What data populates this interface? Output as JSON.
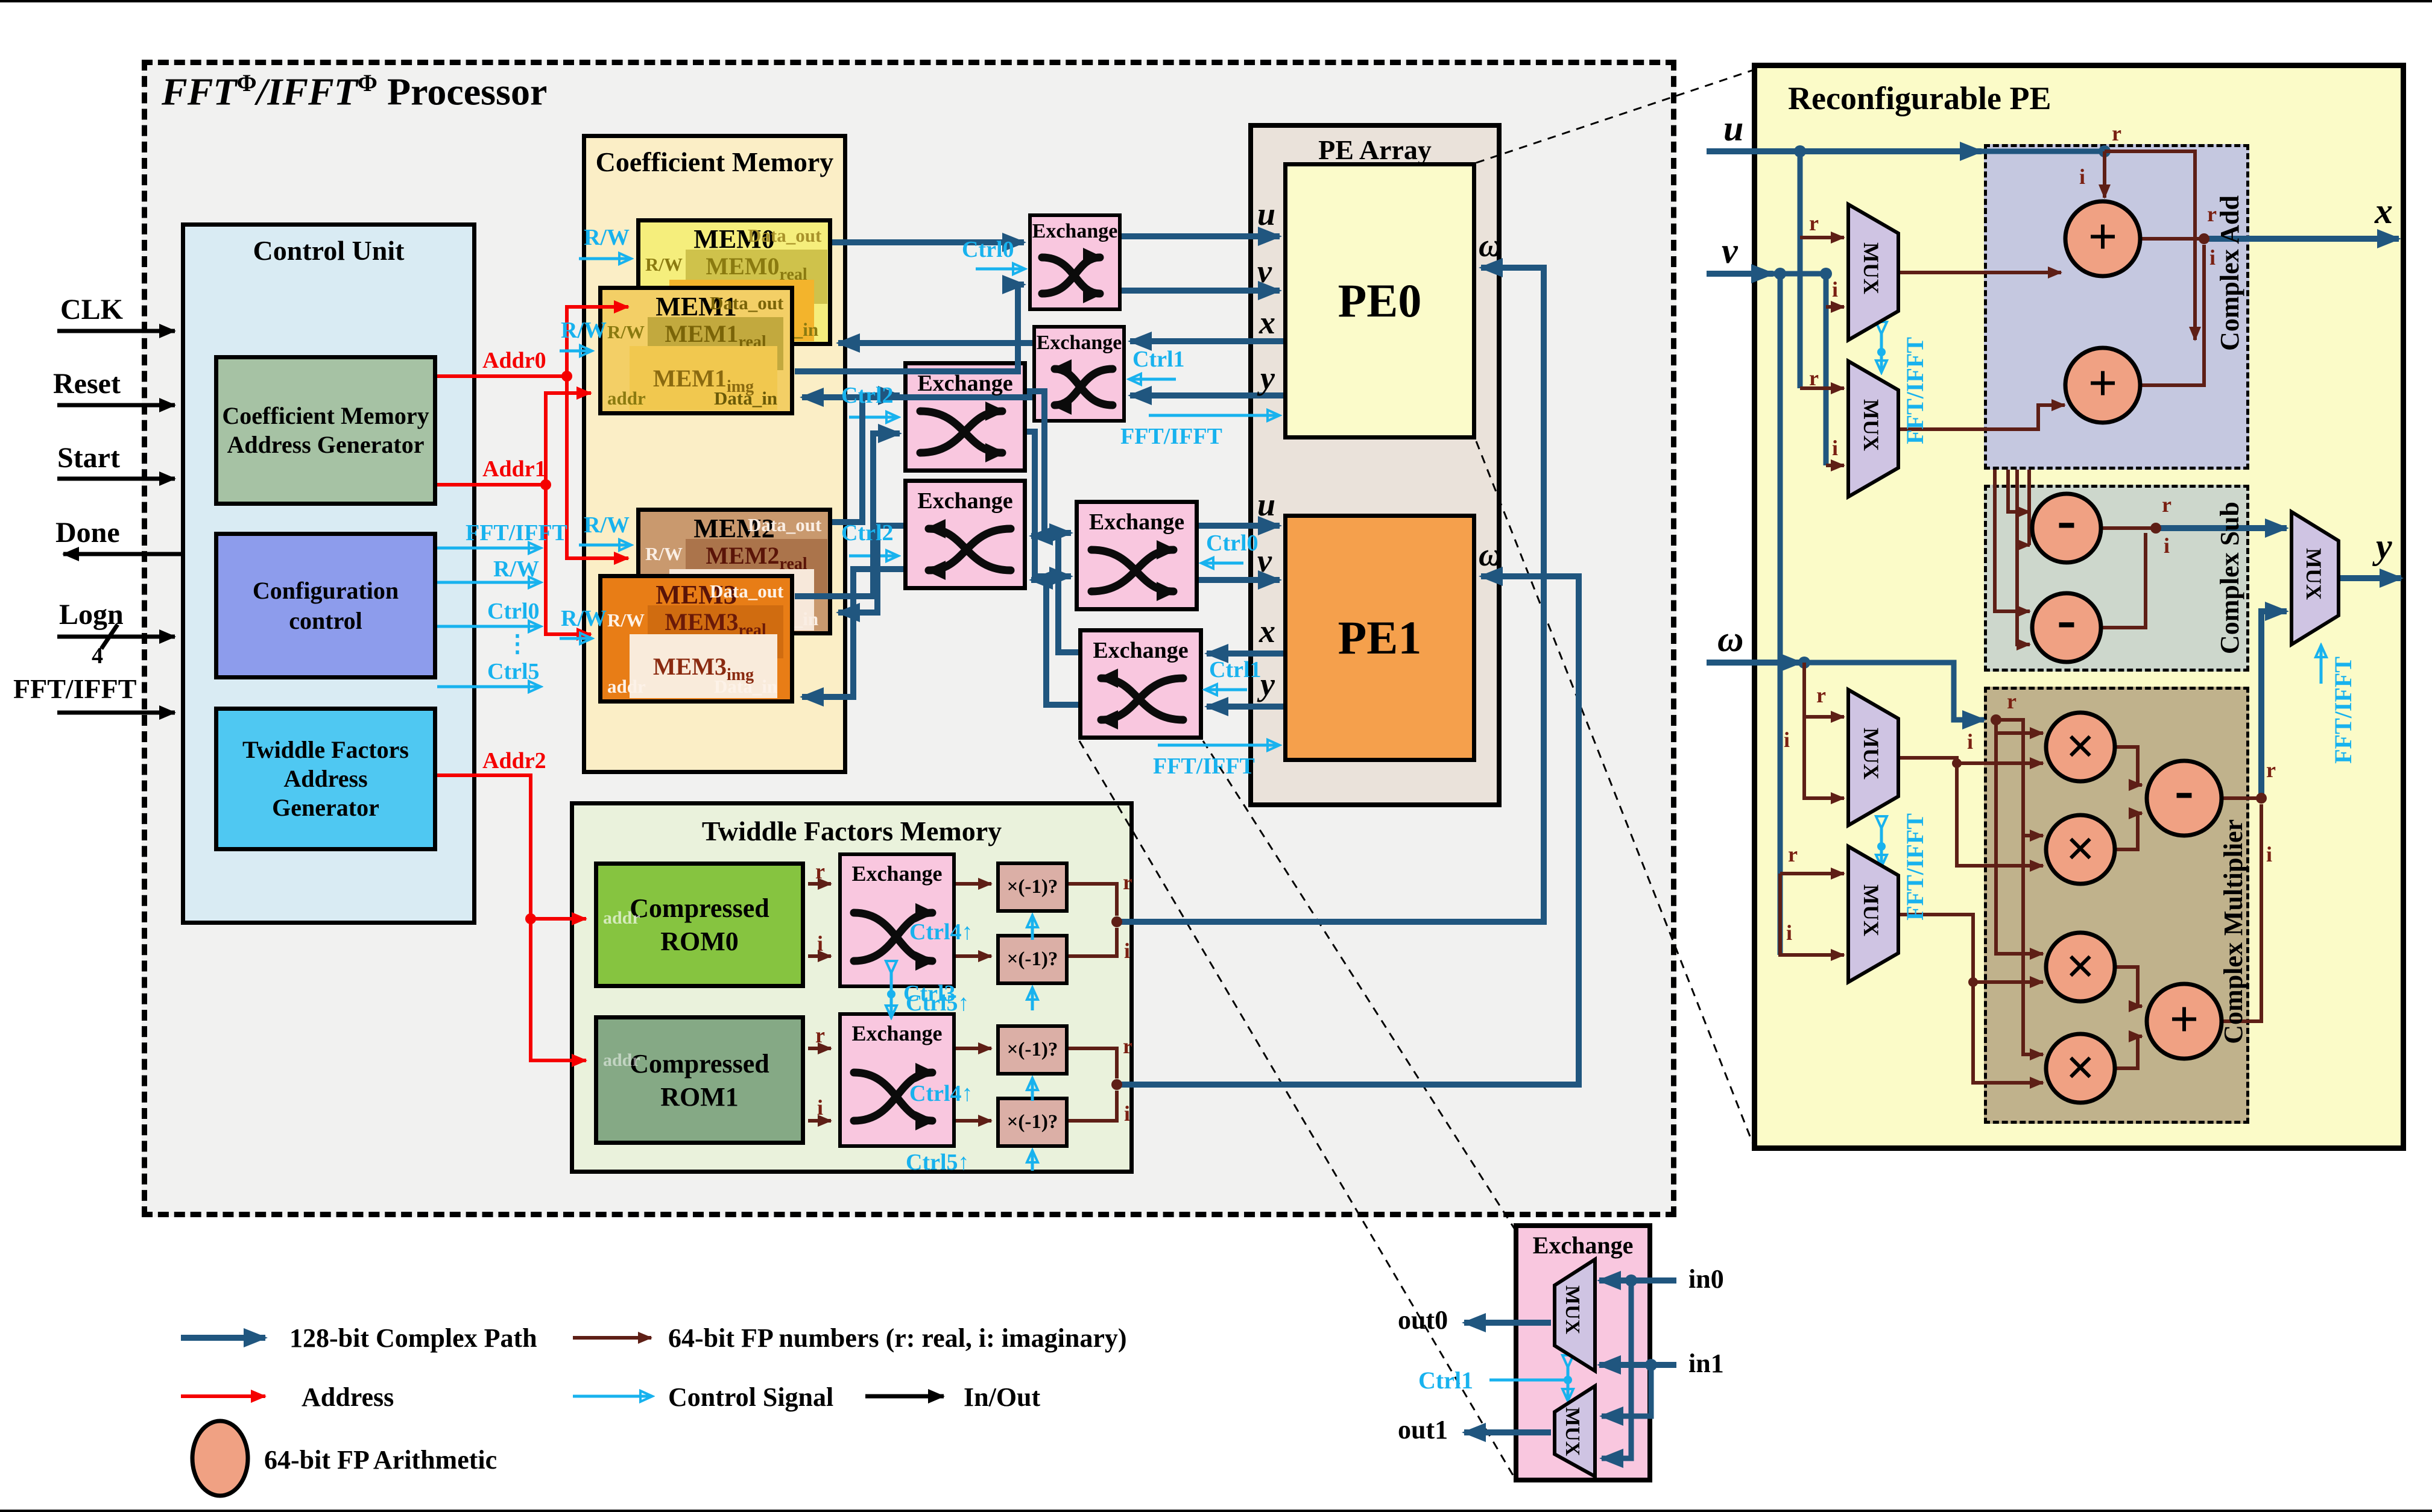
{
  "page": {
    "title_fft": "FFT",
    "title_phi": "Φ",
    "title_mid": "/IFFT",
    "title_rest": " Processor"
  },
  "control_unit": {
    "title": "Control Unit",
    "cmag": "Coefficient Memory Address Generator",
    "cfg": "Configuration control",
    "tfag": "Twiddle Factors Address Generator"
  },
  "inputs": {
    "clk": "CLK",
    "reset": "Reset",
    "start": "Start",
    "done": "Done",
    "logn": "Logn",
    "bus": "4",
    "fft": "FFT/IFFT"
  },
  "signals": {
    "addr0": "Addr0",
    "addr1": "Addr1",
    "addr2": "Addr2",
    "fft_ifft": "FFT/IFFT",
    "rw": "R/W",
    "ctrl0": "Ctrl0",
    "ctrl1": "Ctrl1",
    "ctrl2": "Ctrl2",
    "ctrl3": "Ctrl3",
    "ctrl4_up": "Ctrl4↑",
    "ctrl5_up": "Ctrl5↑",
    "ctrl5": "Ctrl5",
    "dots": "⋮"
  },
  "coeff": {
    "title": "Coefficient Memory",
    "ports": {
      "rw": "R/W",
      "addr": "addr",
      "dout": "Data_out",
      "din": "Data_in"
    },
    "mems": [
      {
        "name": "MEM0"
      },
      {
        "name": "MEM1"
      },
      {
        "name": "MEM2"
      },
      {
        "name": "MEM3"
      }
    ],
    "sub_real": "real",
    "sub_img": "img"
  },
  "exchange_label": "Exchange",
  "pe": {
    "title": "PE Array",
    "pe0": "PE0",
    "pe1": "PE1"
  },
  "ports": {
    "u": "u",
    "v": "v",
    "x": "x",
    "y": "y",
    "omega": "ω"
  },
  "ri": {
    "r": "r",
    "i": "i"
  },
  "tfm": {
    "title": "Twiddle Factors Memory",
    "rom0": "Compressed ROM0",
    "rom1": "Compressed ROM1",
    "neg": "×(-1)?",
    "addr": "addr"
  },
  "recon": {
    "title": "Reconfigurable PE",
    "add": "Complex Add",
    "sub": "Complex Sub",
    "mult": "Complex Multiplier",
    "mux": "MUX",
    "plus": "+",
    "minus": "-",
    "times": "×",
    "fft_ifft": "FFT/IFFT"
  },
  "detail": {
    "in0": "in0",
    "in1": "in1",
    "out0": "out0",
    "out1": "out1"
  },
  "legend": {
    "complex": "128-bit Complex Path",
    "fp": "64-bit FP numbers (r: real, i: imaginary)",
    "address": "Address",
    "control": "Control Signal",
    "inout": "In/Out",
    "arith": "64-bit FP Arithmetic"
  },
  "colors": {
    "complex_path": "#20567f",
    "fp_path": "#5e1f16",
    "address": "#f50000",
    "control": "#18b2ee",
    "arith": "#f0a183"
  }
}
